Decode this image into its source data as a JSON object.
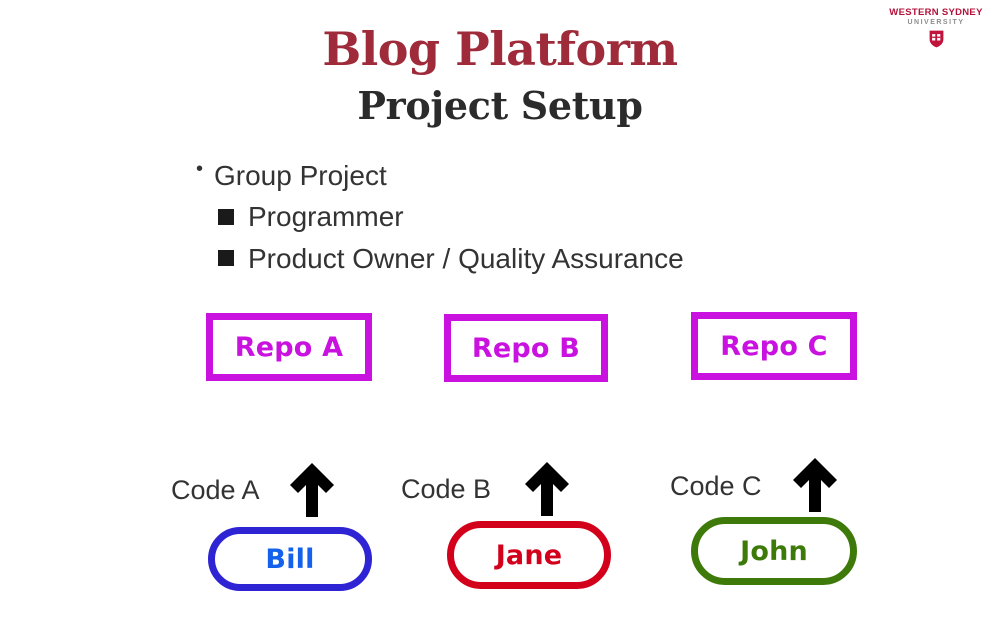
{
  "slide": {
    "background_color": "#ffffff",
    "title": "Blog Platform",
    "subtitle": "Project Setup",
    "title_color": "#9e2a3a",
    "subtitle_color": "#2b2b2b"
  },
  "logo": {
    "line1": "WESTERN SYDNEY",
    "line2": "UNIVERSITY",
    "line1_color": "#b4123a",
    "line2_color": "#8d8d8d",
    "shield_color": "#c0143c",
    "shield_icon": "shield-crest-icon"
  },
  "bullets": [
    {
      "level": 1,
      "marker": "dot",
      "text": "Group Project"
    },
    {
      "level": 2,
      "marker": "square",
      "text": "Programmer"
    },
    {
      "level": 2,
      "marker": "square",
      "text": "Product Owner / Quality Assurance"
    }
  ],
  "diagram": {
    "repo_color": "#c911e0",
    "arrow_color": "#000000",
    "arrow_icon": "arrow-up-icon",
    "code_label_color": "#333333",
    "repos": [
      {
        "id": "a",
        "label": "Repo A",
        "color": "#c911e0"
      },
      {
        "id": "b",
        "label": "Repo B",
        "color": "#c911e0"
      },
      {
        "id": "c",
        "label": "Repo C",
        "color": "#c911e0"
      }
    ],
    "code_labels": [
      {
        "id": "a",
        "text": "Code A"
      },
      {
        "id": "b",
        "text": "Code B"
      },
      {
        "id": "c",
        "text": "Code C"
      }
    ],
    "people": [
      {
        "id": "bill",
        "label": "Bill",
        "border_color": "#2f24d4",
        "text_color": "#1462ec"
      },
      {
        "id": "jane",
        "label": "Jane",
        "border_color": "#d3001b",
        "text_color": "#d3001b"
      },
      {
        "id": "john",
        "label": "John",
        "border_color": "#3d7a0a",
        "text_color": "#3d7a0a"
      }
    ]
  }
}
